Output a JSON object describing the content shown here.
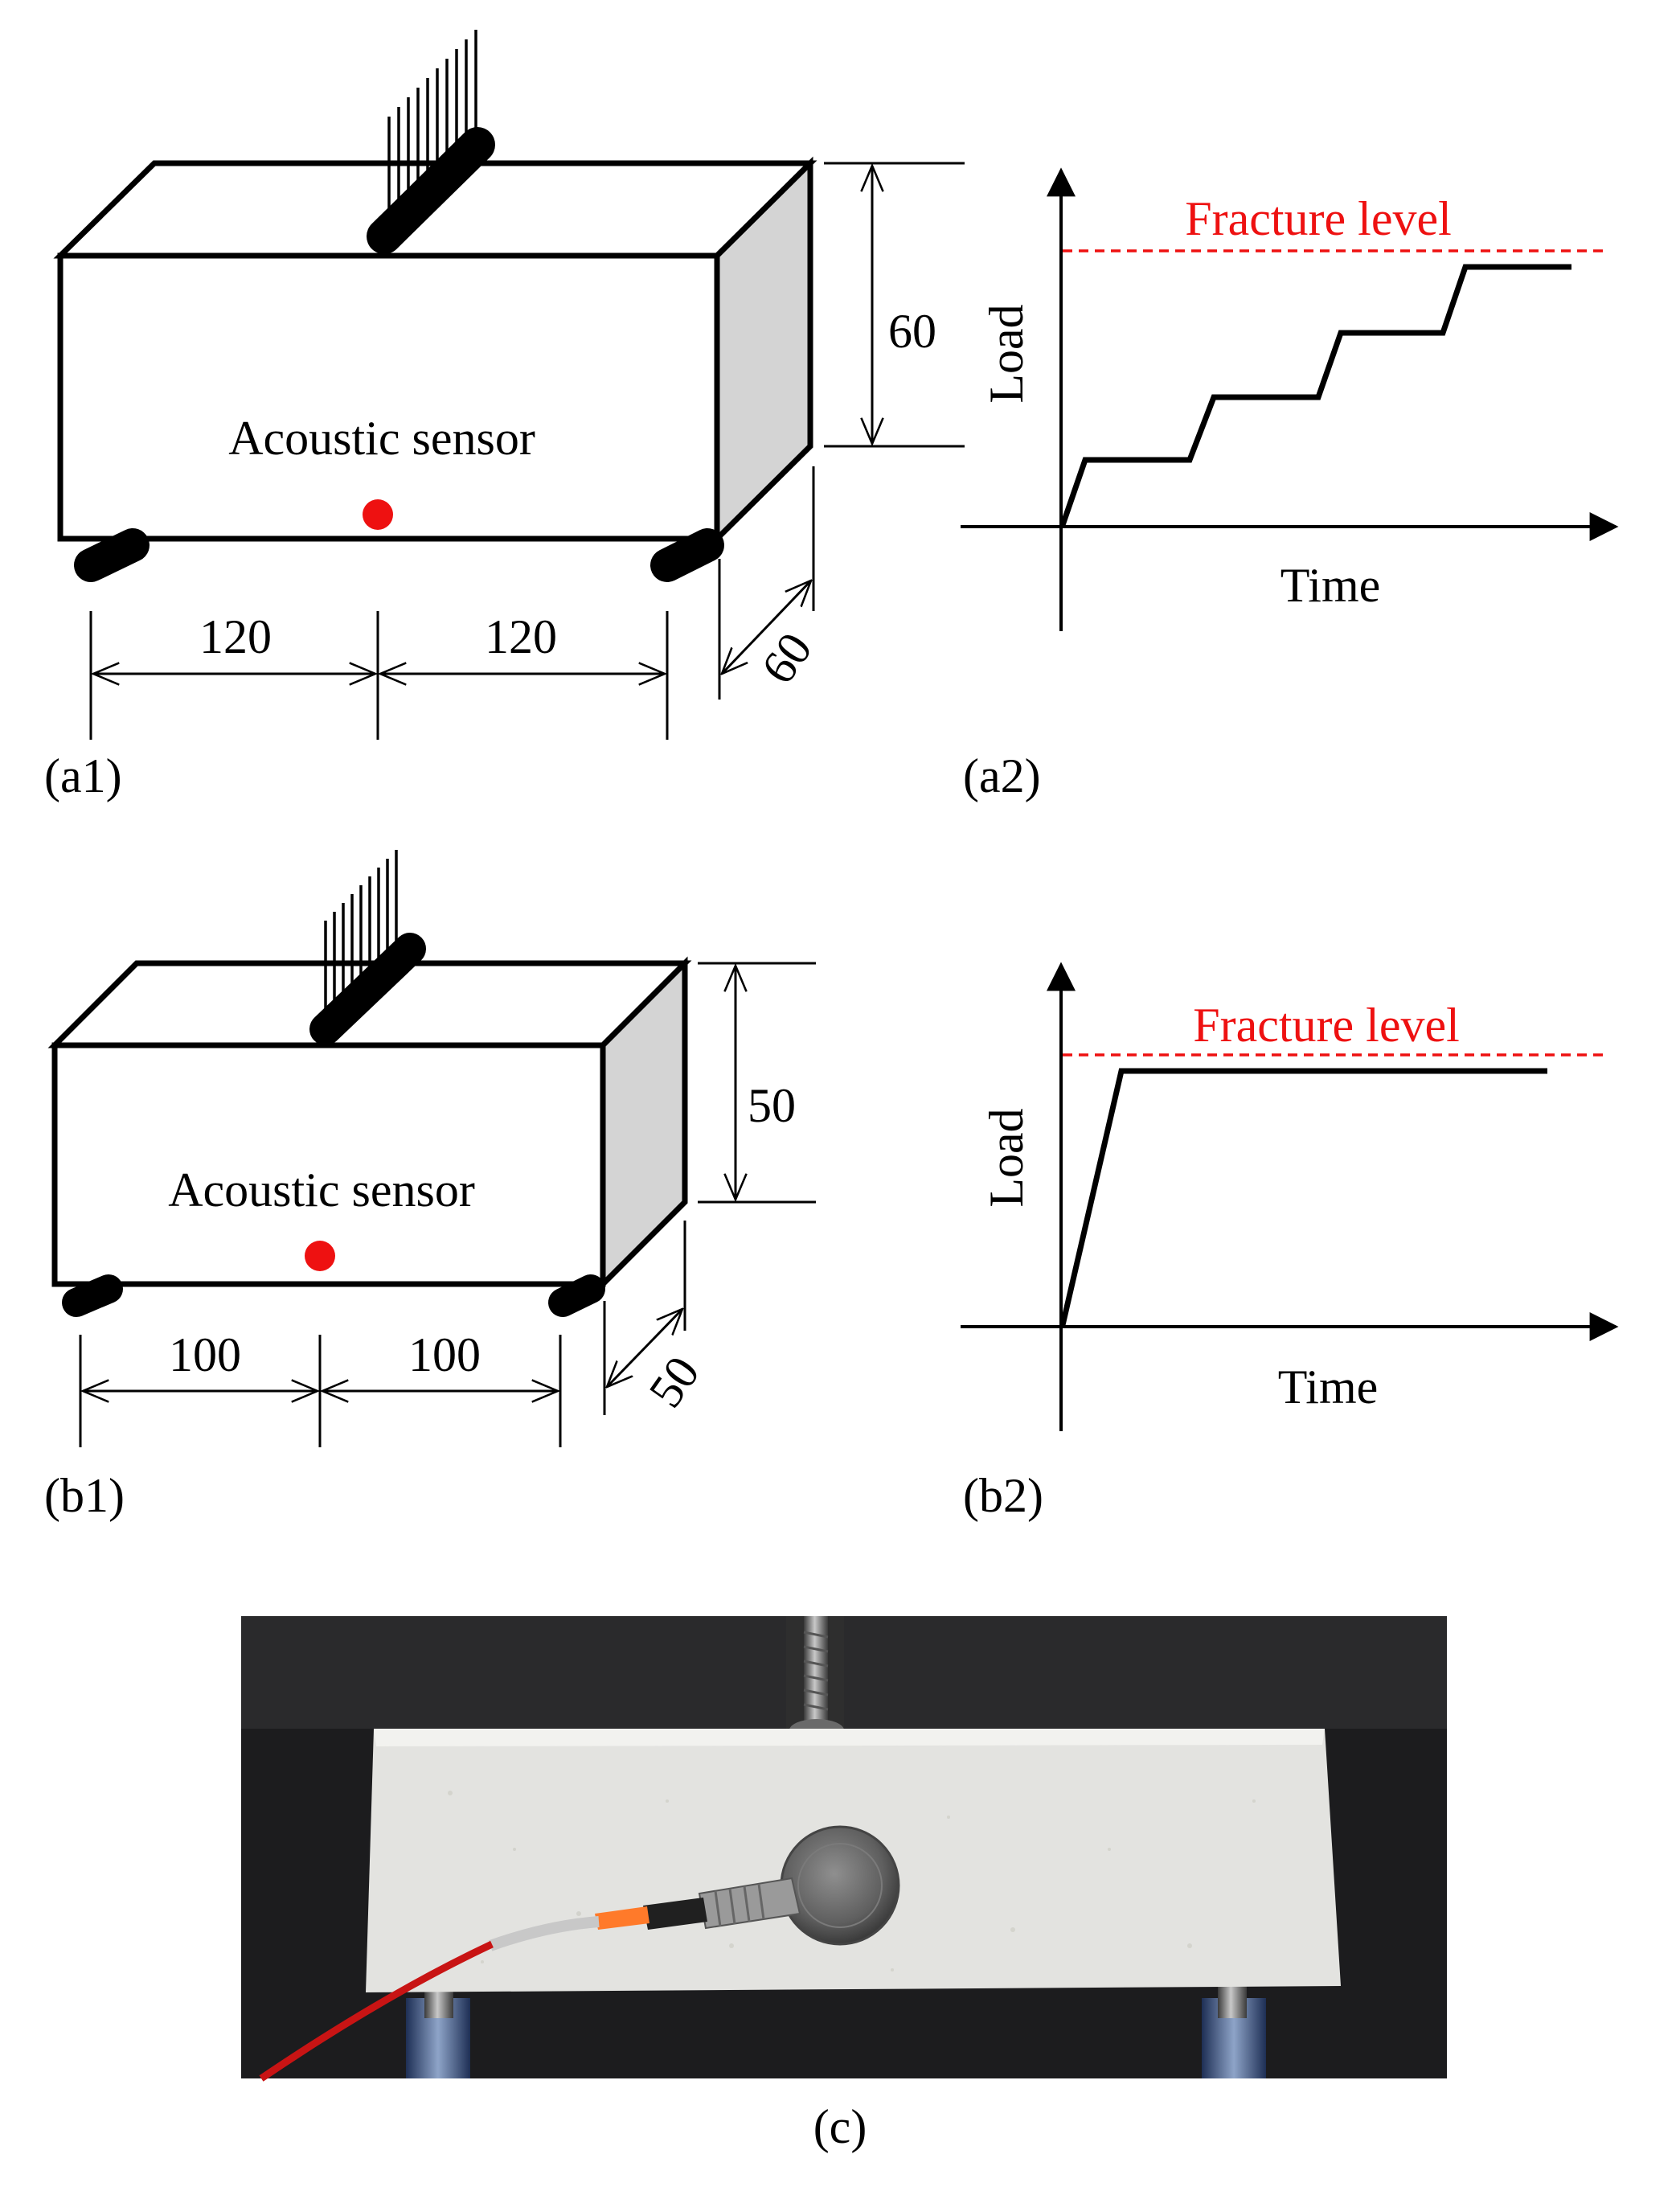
{
  "panel_a1": {
    "tag": "(a1)",
    "sensor_label": "Acoustic sensor",
    "height": "60",
    "width": "60",
    "span_left": "120",
    "span_right": "120"
  },
  "panel_a2": {
    "tag": "(a2)",
    "fracture_label": "Fracture level",
    "y_label": "Load",
    "x_label": "Time"
  },
  "panel_b1": {
    "tag": "(b1)",
    "sensor_label": "Acoustic sensor",
    "height": "50",
    "width": "50",
    "span_left": "100",
    "span_right": "100"
  },
  "panel_b2": {
    "tag": "(b2)",
    "fracture_label": "Fracture level",
    "y_label": "Load",
    "x_label": "Time"
  },
  "panel_c": {
    "tag": "(c)"
  },
  "colors": {
    "fracture": "#ee1111",
    "sensor_dot": "#ee1111",
    "side_face": "#d4d4d4",
    "photo_background": "#1c1c1e",
    "specimen": "#e3e3e0"
  }
}
